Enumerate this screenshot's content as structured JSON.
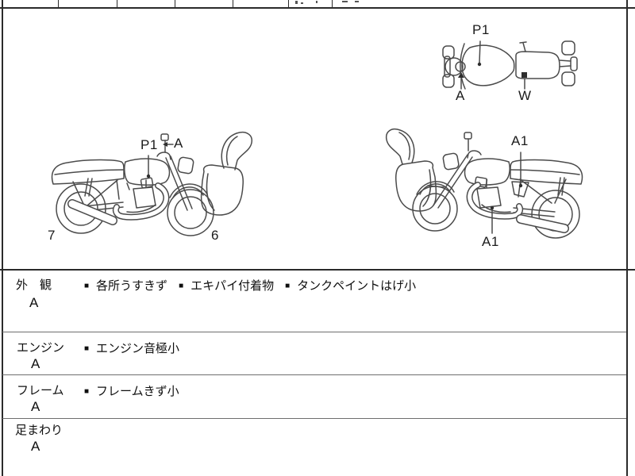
{
  "diagrams": {
    "top_view": {
      "labels": {
        "p1": "P1",
        "a": "A",
        "w": "W"
      }
    },
    "right_side_view": {
      "labels": {
        "p1": "P1",
        "a": "A",
        "rear_wheel": "7",
        "front_wheel": "6"
      }
    },
    "left_side_view": {
      "labels": {
        "a1_top": "A1",
        "a1_bottom": "A1"
      }
    }
  },
  "condition_table": {
    "bullet": "■",
    "rows": [
      {
        "category": "外　観",
        "grade": "A",
        "items": [
          "各所うすきず",
          "エキパイ付着物",
          "タンクペイントはげ小"
        ]
      },
      {
        "category": "エンジン",
        "grade": "A",
        "items": [
          "エンジン音極小"
        ]
      },
      {
        "category": "フレーム",
        "grade": "A",
        "items": [
          "フレームきず小"
        ]
      },
      {
        "category": "足まわり",
        "grade": "A",
        "items": []
      }
    ]
  },
  "colors": {
    "border": "#2b2b2b",
    "thin_line": "#6e6e6e",
    "drawing_line": "#4b4b4b",
    "text": "#111111"
  }
}
